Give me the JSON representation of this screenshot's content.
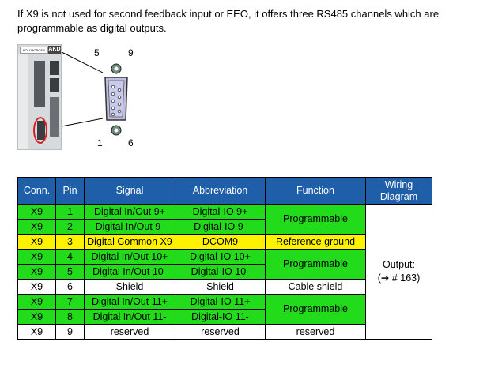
{
  "intro_text": "If X9 is not used for second feedback input or EEO, it offers three RS485 channels which are programmable as digital outputs.",
  "figure": {
    "brand_text": "KOLLMORGEN",
    "model_text": "AKD",
    "pin_labels": {
      "top_left": "5",
      "top_right": "9",
      "bottom_left": "1",
      "bottom_right": "6"
    }
  },
  "table": {
    "headers": {
      "conn": "Conn.",
      "pin": "Pin",
      "signal": "Signal",
      "abbreviation": "Abbreviation",
      "function": "Function",
      "wiring": "Wiring Diagram"
    },
    "rows": [
      {
        "conn": "X9",
        "pin": "1",
        "signal": "Digital In/Out 9+",
        "abbr": "Digital-IO 9+"
      },
      {
        "conn": "X9",
        "pin": "2",
        "signal": "Digital In/Out 9-",
        "abbr": "Digital-IO 9-"
      },
      {
        "conn": "X9",
        "pin": "3",
        "signal": "Digital Common X9",
        "abbr": "DCOM9"
      },
      {
        "conn": "X9",
        "pin": "4",
        "signal": "Digital In/Out 10+",
        "abbr": "Digital-IO 10+"
      },
      {
        "conn": "X9",
        "pin": "5",
        "signal": "Digital In/Out 10-",
        "abbr": "Digital-IO 10-"
      },
      {
        "conn": "X9",
        "pin": "6",
        "signal": "Shield",
        "abbr": "Shield"
      },
      {
        "conn": "X9",
        "pin": "7",
        "signal": "Digital In/Out 11+",
        "abbr": "Digital-IO 11+"
      },
      {
        "conn": "X9",
        "pin": "8",
        "signal": "Digital In/Out 11-",
        "abbr": "Digital-IO 11-"
      },
      {
        "conn": "X9",
        "pin": "9",
        "signal": "reserved",
        "abbr": "reserved"
      }
    ],
    "functions": {
      "pins_1_2": "Programmable",
      "pin_3": "Reference ground",
      "pins_4_5": "Programmable",
      "pin_6": "Cable shield",
      "pins_7_8": "Programmable",
      "pin_9": "reserved"
    },
    "wiring_line1": "Output:",
    "wiring_line2": "(➔ # 163)"
  },
  "colors": {
    "header_blue": "#1f5ea8",
    "programmable_green": "#22dc1b",
    "reference_yellow": "#fff200"
  }
}
